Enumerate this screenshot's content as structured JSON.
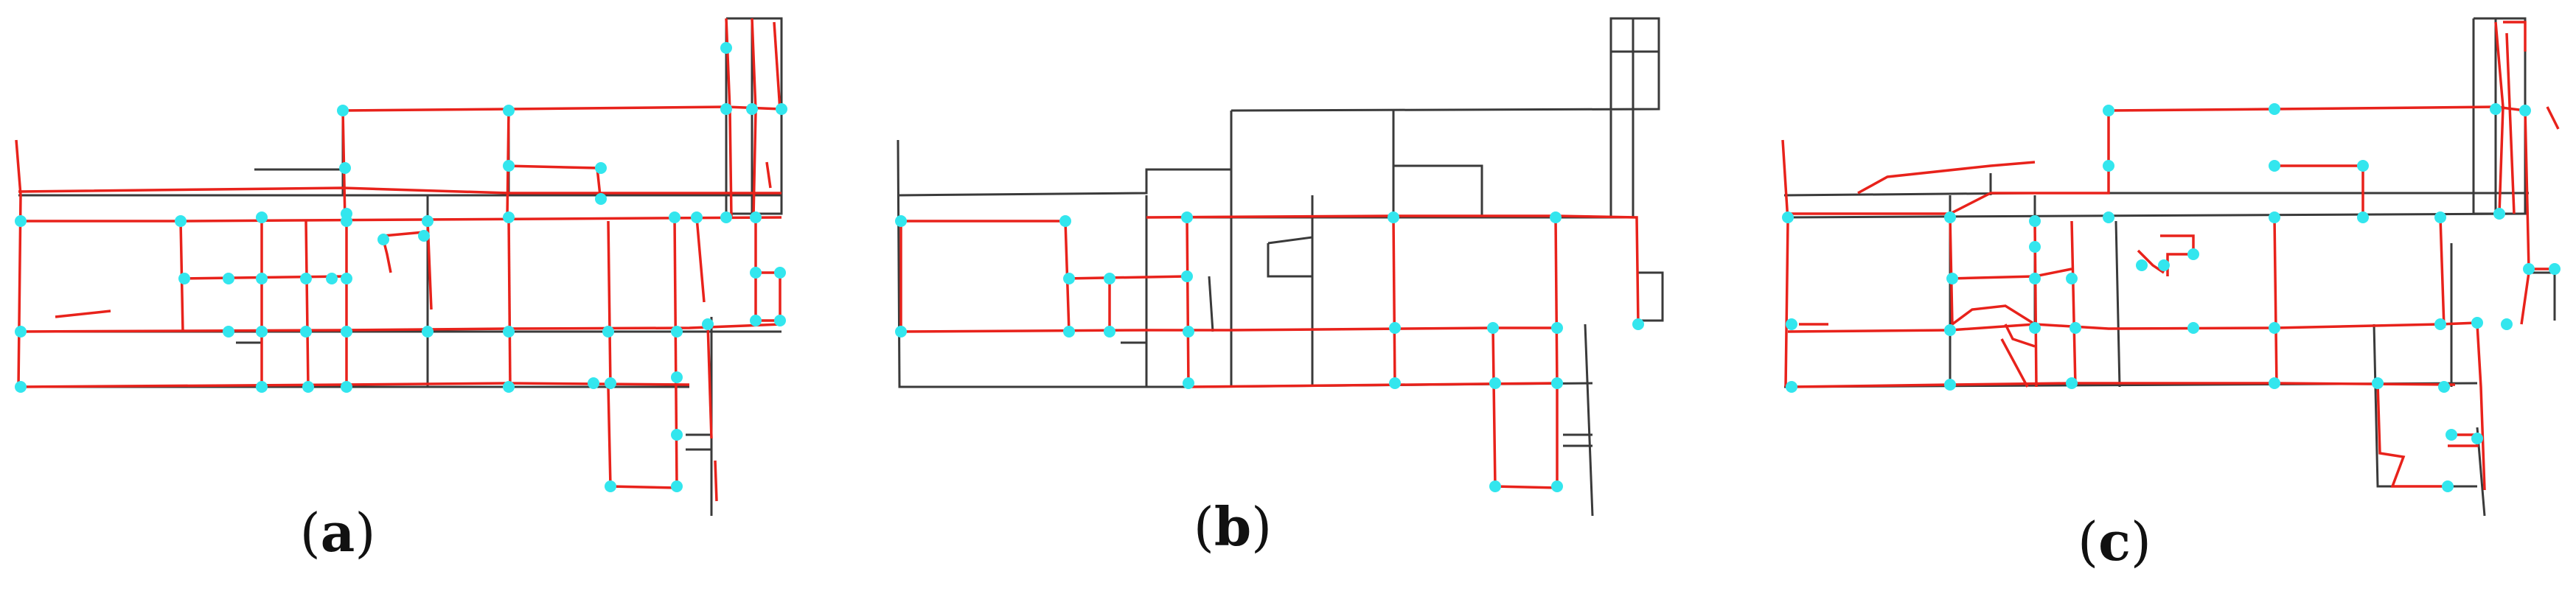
{
  "panels": [
    {
      "id": "a",
      "label_open": "(",
      "label_letter": "a",
      "label_close": ")"
    },
    {
      "id": "b",
      "label_open": "(",
      "label_letter": "b",
      "label_close": ")"
    },
    {
      "id": "c",
      "label_open": "(",
      "label_letter": "c",
      "label_close": ")"
    }
  ],
  "colors": {
    "background": "#ffffff",
    "base_network": "#3a3a3a",
    "trajectory": "#e8221b",
    "node": "#33e6ee",
    "label": "#111111"
  }
}
